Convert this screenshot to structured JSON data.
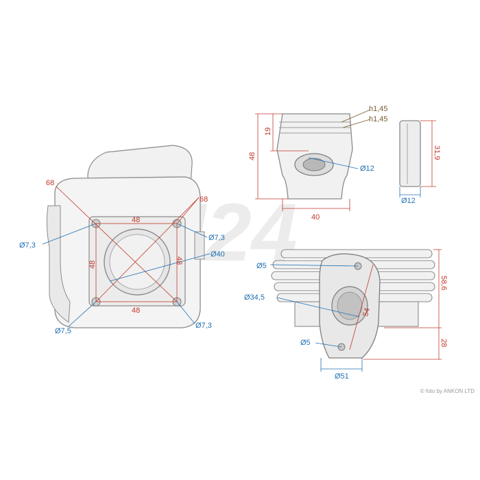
{
  "colors": {
    "dimension_red": "#c0392b",
    "dimension_blue": "#1f6fb2",
    "annotation_brown": "#7a5a2e",
    "part_gray": "#9a9a9a",
    "background": "#ffffff"
  },
  "watermark": "M24",
  "credit": "© foto by ANKON LTD",
  "cylinder_top_view": {
    "corner_dim_top_left": "68",
    "corner_dim_top_right": "68",
    "top_spacing": "48",
    "bottom_spacing": "48",
    "left_spacing": "48",
    "right_spacing": "48",
    "hole_top_left": "Ø7,3",
    "hole_top_right": "Ø7,3",
    "hole_bottom_left": "Ø7,5",
    "hole_bottom_right": "Ø7,3",
    "bore": "Ø40"
  },
  "piston": {
    "ring_groove_1": "h1,45",
    "ring_groove_2": "h1,45",
    "pin_height": "19",
    "total_height": "48",
    "diameter": "40",
    "pin_bore": "Ø12"
  },
  "piston_pin": {
    "length": "31,9",
    "diameter": "Ø12"
  },
  "cylinder_side_view": {
    "mount_hole_top": "Ø5",
    "port_diameter": "Ø34,5",
    "hole_spacing": "54",
    "mount_hole_bottom": "Ø5",
    "flange_width": "Ø51",
    "fin_height": "58,6",
    "lower_height": "28"
  }
}
